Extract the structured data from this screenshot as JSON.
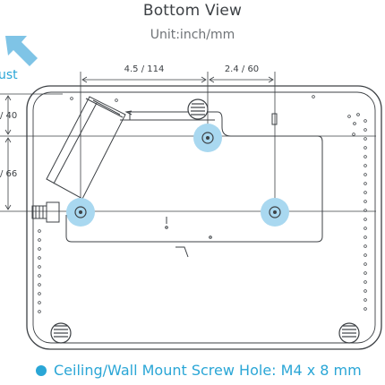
{
  "header": {
    "title": "Bottom View",
    "subtitle": "Unit:inch/mm"
  },
  "front_label_fragment": "ust",
  "dimensions": {
    "top_left": "4.5 / 114",
    "top_right": "2.4 / 60",
    "left_upper": "/ 40",
    "left_lower": "/ 66"
  },
  "legend": {
    "text": "Ceiling/Wall Mount Screw Hole: M4 x 8 mm"
  },
  "colors": {
    "accent": "#2aa6d6",
    "highlight": "#a9d8f0",
    "outline": "#3d4145"
  },
  "icons": {
    "direction_arrow": "arrow-up-left-icon"
  }
}
